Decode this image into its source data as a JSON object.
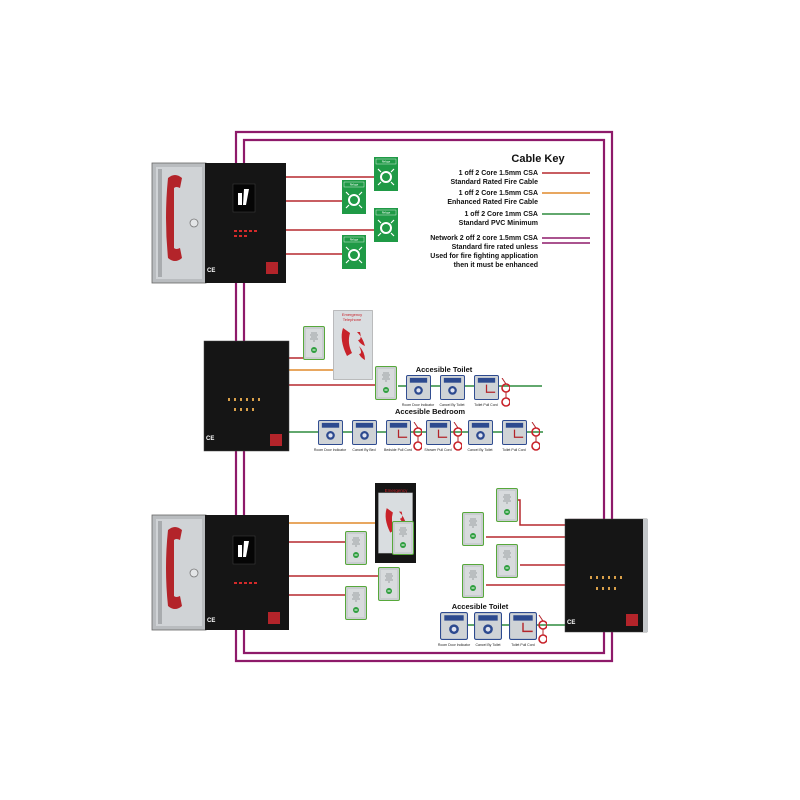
{
  "cable_key": {
    "title": "Cable Key",
    "entries": [
      {
        "lines": [
          "1 off 2 Core 1.5mm CSA",
          "Standard Rated Fire Cable"
        ],
        "color": "#b5282e"
      },
      {
        "lines": [
          "1 off 2 Core 1.5mm CSA",
          "Enhanced Rated Fire Cable"
        ],
        "color": "#e08a2c"
      },
      {
        "lines": [
          "1 off 2 Core 1mm CSA",
          "Standard PVC Minimum"
        ],
        "color": "#2e8b3e"
      },
      {
        "lines": [
          "Network 2 off 2 core 1.5mm CSA",
          "Standard fire rated unless",
          "Used for fire fighting application",
          "then it must be enhanced"
        ],
        "color": "#8e1a6a"
      }
    ]
  },
  "colors": {
    "standard_fire": "#b5282e",
    "enhanced_fire": "#e08a2c",
    "pvc": "#2e8b3e",
    "network": "#8e1a6a",
    "panel": "#151515",
    "handset": "#b3242a"
  },
  "sections": {
    "accessible_toilet_1": "Accesible Toilet",
    "accessible_bedroom": "Accesible Bedroom",
    "accessible_toilet_2": "Accesible Toilet"
  },
  "device_labels": {
    "room_door_indicator": "Room Door Indicator",
    "cancel_by_toilet": "Cancel By Toilet",
    "toilet_pull_cord": "Toilet Pull Cord",
    "cancel_by_bed": "Cancel By Bed",
    "bedside_pull_cord": "Bedside Pull Cord",
    "shower_pull_cord": "Shower Pull Cord"
  },
  "emergency_sign": {
    "line1": "Emergency",
    "line2": "Telephone"
  },
  "panel_mark": "CE"
}
